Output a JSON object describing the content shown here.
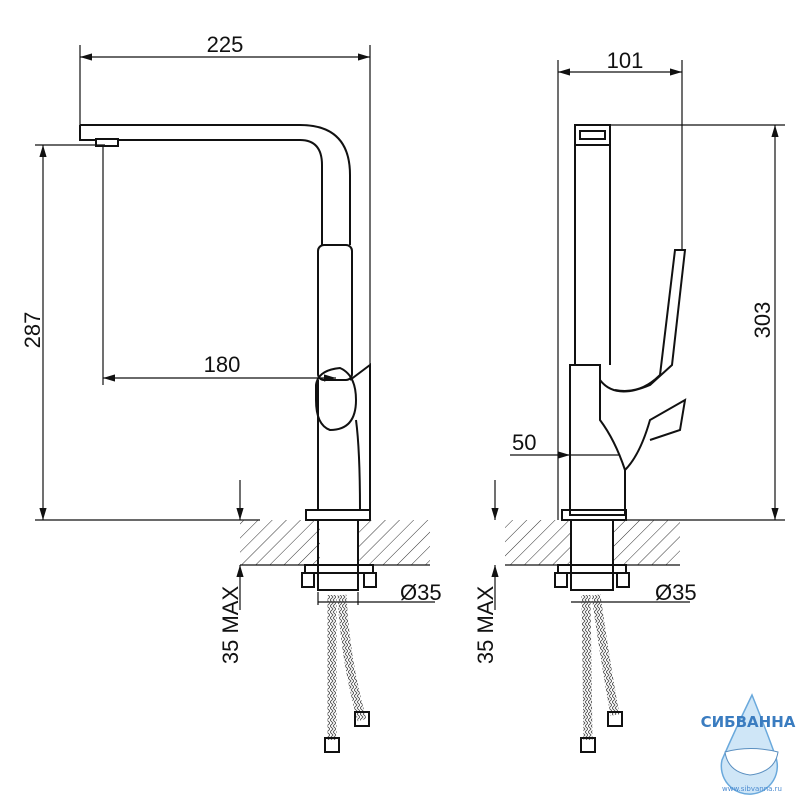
{
  "left_view": {
    "width_dim": "225",
    "height_dim": "287",
    "reach_dim": "180",
    "counter_max_dim": "35 MAX",
    "hole_dim": "Ø35"
  },
  "right_view": {
    "width_dim": "101",
    "height_dim": "303",
    "offset_dim": "50",
    "counter_max_dim": "35 MAX",
    "hole_dim": "Ø35"
  },
  "logo": {
    "name": "СИБВАННА",
    "url": "www.sibvanna.ru"
  }
}
